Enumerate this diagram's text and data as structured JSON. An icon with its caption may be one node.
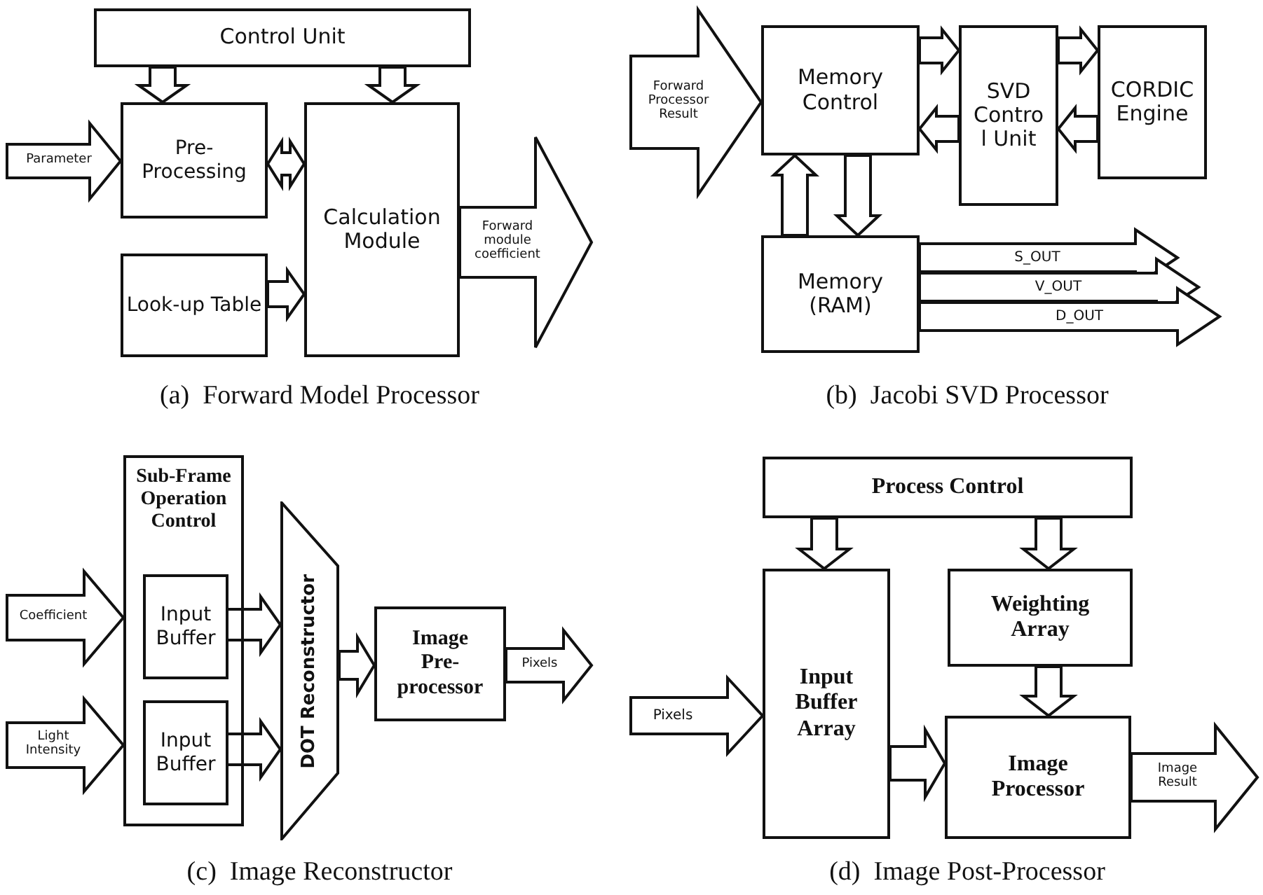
{
  "diagram": {
    "nodes": [
      {
        "text": [
          "Control Unit"
        ]
      },
      {
        "text": [
          "Pre-Processing"
        ]
      },
      {
        "text": [
          "Calculation Module"
        ]
      },
      {
        "text": [
          "Look-up Table"
        ]
      },
      {
        "text": [
          "Memory Control"
        ]
      },
      {
        "text": [
          "SVD Contro l Unit"
        ]
      },
      {
        "text": [
          "CORDIC Engine"
        ]
      },
      {
        "text": [
          "Memory (RAM)"
        ]
      },
      {
        "text": [
          "Sub-Frame Operation Control"
        ]
      },
      {
        "text": [
          "Input Buffer"
        ],
        "in": 8
      },
      {
        "text": [
          "Input Buffer"
        ],
        "in": 8
      },
      {
        "text": [
          "DOT Reconstructor"
        ]
      },
      {
        "text": [
          "Image Pre-processor"
        ]
      },
      {
        "text": [
          "Process Control"
        ]
      },
      {
        "text": [
          "Input Buffer Array"
        ]
      },
      {
        "text": [
          "Weighting Array"
        ]
      },
      {
        "text": [
          "Image Processor"
        ]
      }
    ],
    "edges": [
      {
        "from": null,
        "to": 1,
        "arrow": "to",
        "label": "Parameter"
      },
      {
        "from": 0,
        "to": 1,
        "arrow": "to"
      },
      {
        "from": 0,
        "to": 2,
        "arrow": "to"
      },
      {
        "from": 1,
        "to": 2,
        "arrow": "both"
      },
      {
        "from": 3,
        "to": 2,
        "arrow": "to"
      },
      {
        "from": 2,
        "to": null,
        "arrow": "to",
        "label": "Forward module coefficient"
      },
      {
        "from": null,
        "to": 4,
        "arrow": "to",
        "label": "Forward Processor Result"
      },
      {
        "from": 4,
        "to": 5,
        "arrow": "to"
      },
      {
        "from": 5,
        "to": 4,
        "arrow": "to"
      },
      {
        "from": 5,
        "to": 6,
        "arrow": "to"
      },
      {
        "from": 6,
        "to": 5,
        "arrow": "to"
      },
      {
        "from": 7,
        "to": 4,
        "arrow": "to"
      },
      {
        "from": 4,
        "to": 7,
        "arrow": "to"
      },
      {
        "from": 7,
        "to": null,
        "arrow": "to",
        "label": "S_OUT"
      },
      {
        "from": 7,
        "to": null,
        "arrow": "to",
        "label": "V_OUT"
      },
      {
        "from": 7,
        "to": null,
        "arrow": "to",
        "label": "D_OUT"
      },
      {
        "from": null,
        "to": 8,
        "arrow": "to",
        "label": "Coefficient"
      },
      {
        "from": null,
        "to": 8,
        "arrow": "to",
        "label": "Light Intensity"
      },
      {
        "from": 9,
        "to": 11,
        "arrow": "to"
      },
      {
        "from": 10,
        "to": 11,
        "arrow": "to"
      },
      {
        "from": 11,
        "to": 12,
        "arrow": "to"
      },
      {
        "from": 12,
        "to": null,
        "arrow": "to",
        "label": "Pixels"
      },
      {
        "from": 13,
        "to": 14,
        "arrow": "to"
      },
      {
        "from": 13,
        "to": 15,
        "arrow": "to"
      },
      {
        "from": null,
        "to": 14,
        "arrow": "to",
        "label": "Pixels"
      },
      {
        "from": 14,
        "to": 16,
        "arrow": "to"
      },
      {
        "from": 15,
        "to": 16,
        "arrow": "to"
      },
      {
        "from": 16,
        "to": null,
        "arrow": "to",
        "label": "Image Result"
      }
    ],
    "labels": [
      "(a)  Forward Model Processor",
      "(b)  Jacobi SVD Processor",
      "(c)  Image Reconstructor",
      "(d)  Image Post-Processor"
    ]
  }
}
